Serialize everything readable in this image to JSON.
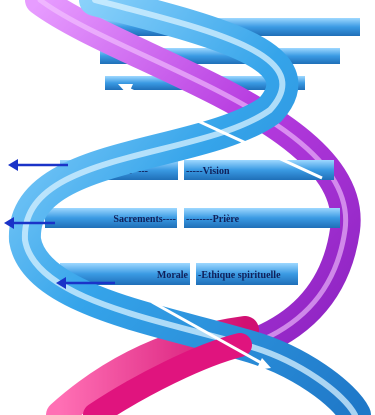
{
  "colors": {
    "blue_strand": "#35a4ea",
    "blue_highlight": "#d8f2ff",
    "magenta_strand": "#b73ce0",
    "magenta_highlight": "#f5c8ff",
    "pink_strand": "#e0147e",
    "rung": "#2f8fdb",
    "rung_highlight": "#bfe6ff",
    "text": "#10205a",
    "arrow_white": "#ffffff",
    "arrow_blue": "#1a33c8"
  },
  "rungs": [
    {
      "left": "Dogme ----",
      "right": "-----Vision"
    },
    {
      "left": "Sacrements----",
      "right": "--------Prière"
    },
    {
      "left": "Morale",
      "right": "-Ethique spirituelle"
    }
  ],
  "icons": {
    "left_arrow": "left-arrow-icon",
    "strand_arrow": "strand-arrow-icon"
  }
}
